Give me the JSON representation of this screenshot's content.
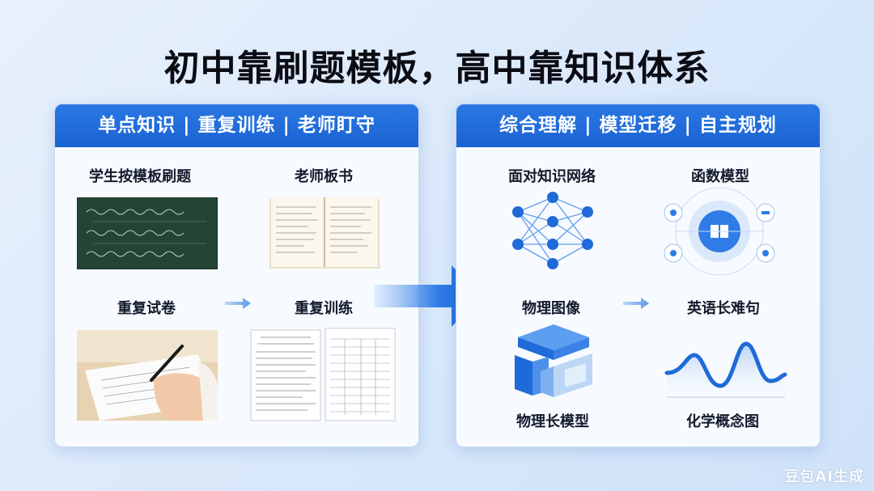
{
  "title": "初中靠刷题模板，高中靠知识体系",
  "left_panel": {
    "header": "单点知识 | 重复训练 | 老师盯守",
    "labels": {
      "template_drill": "学生按模板刷题",
      "blackboard_notes": "老师板书",
      "repeated_papers": "重复试卷",
      "repeated_training": "重复训练"
    }
  },
  "right_panel": {
    "header": "综合理解 | 模型迁移 | 自主规划",
    "labels": {
      "knowledge_network": "面对知识网络",
      "function_model": "函数模型",
      "physics_graph": "物理图像",
      "english_sentence": "英语长难句",
      "physics_long_model": "物理长模型",
      "chemistry_concept_map": "化学概念图"
    }
  },
  "watermark": "豆包AI生成",
  "colors": {
    "accent": "#1f6ad9",
    "header": "#2a78e4",
    "arrow": "#1f6ad9"
  }
}
